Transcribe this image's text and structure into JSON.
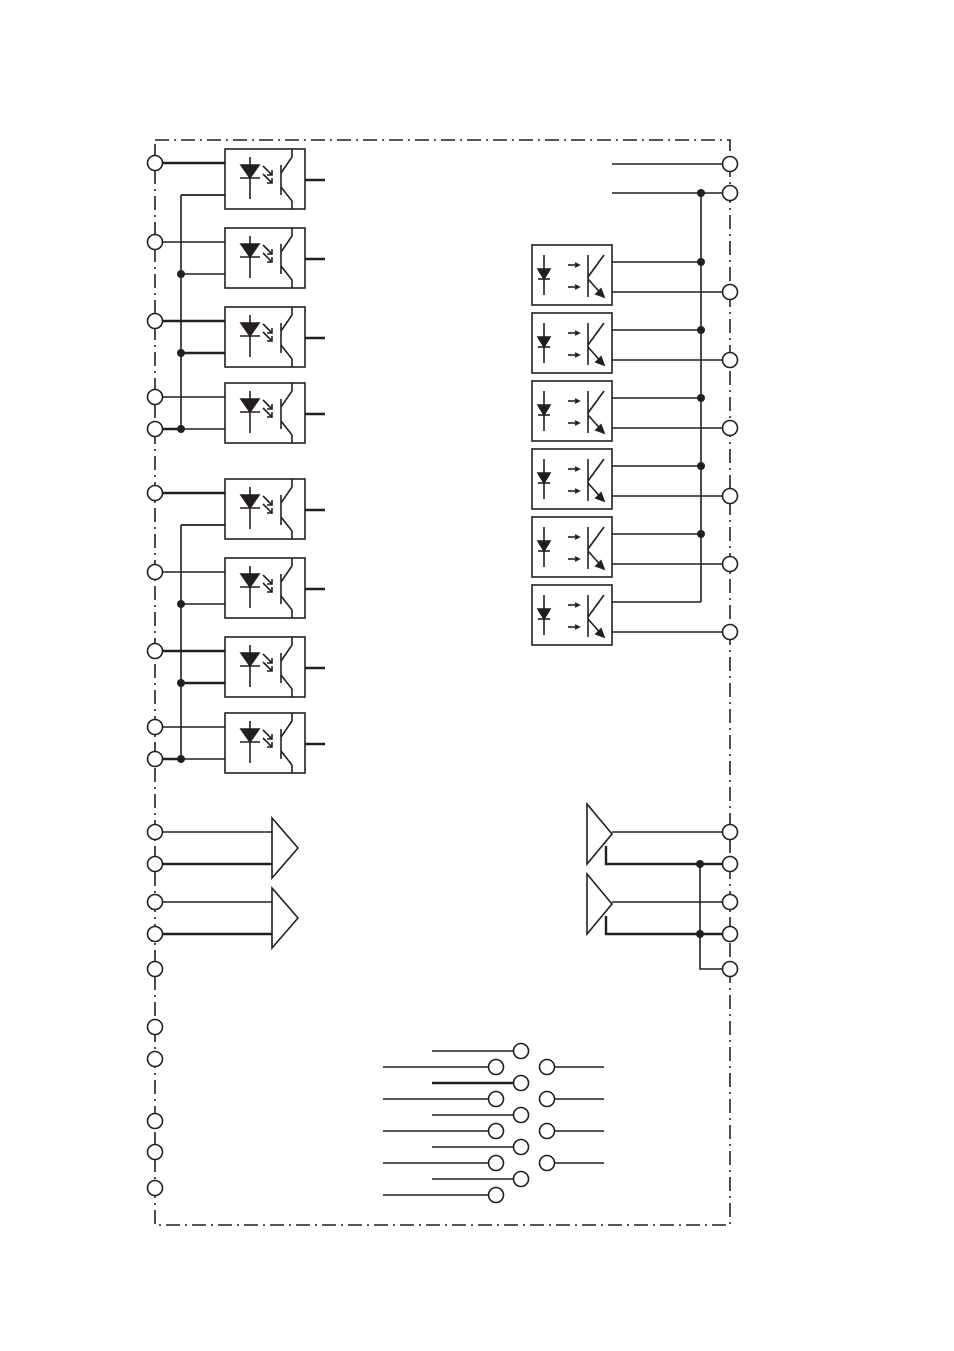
{
  "diagram": {
    "kind": "io-module-block-schematic",
    "colors": {
      "ink": "#231f20",
      "background": "#ffffff"
    },
    "icons": {
      "input_channel": "optocoupler-icon",
      "output_channel": "optocoupler-output-icon",
      "input_analog": "amplifier-icon",
      "output_analog": "amplifier-icon",
      "terminal": "terminal-icon",
      "junction": "junction-dot-icon"
    },
    "digital_input_groups": [
      {
        "channels": 4
      },
      {
        "channels": 4
      }
    ],
    "digital_outputs": {
      "channels": 6
    },
    "analog_inputs": {
      "channels": 2
    },
    "analog_outputs": {
      "channels": 2
    },
    "spare_left_terminals": 6,
    "connector_bank": {
      "pins": 14
    }
  }
}
